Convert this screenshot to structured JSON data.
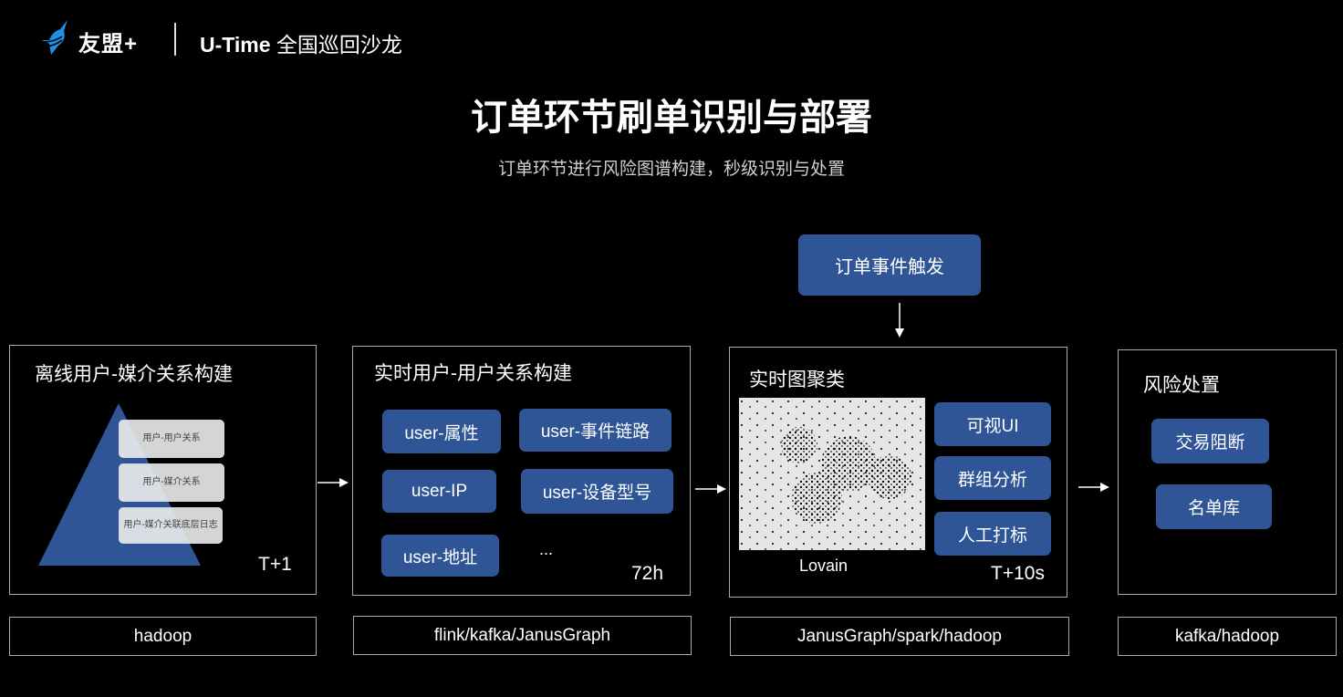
{
  "header": {
    "brand": "友盟+",
    "event_bold": "U-Time",
    "event_rest": " 全国巡回沙龙",
    "logo_icon": "bird-logo-icon",
    "logo_color": "#1e8fe6"
  },
  "title": "订单环节刷单识别与部署",
  "subtitle": "订单环节进行风险图谱构建，秒级识别与处置",
  "trigger": {
    "label": "订单事件触发"
  },
  "panels": [
    {
      "title": "离线用户-媒介关系构建",
      "pyramid_layers": [
        "用户-用户关系",
        "用户-媒介关系",
        "用户-媒介关联底层日志"
      ],
      "tag": "T+1",
      "tech": "hadoop"
    },
    {
      "title": "实时用户-用户关系构建",
      "items": [
        "user-属性",
        "user-事件链路",
        "user-IP",
        "user-设备型号",
        "user-地址",
        "..."
      ],
      "tag": "72h",
      "tech": "flink/kafka/JanusGraph"
    },
    {
      "title": "实时图聚类",
      "image_caption": "Lovain",
      "items": [
        "可视UI",
        "群组分析",
        "人工打标"
      ],
      "tag": "T+10s",
      "tech": "JanusGraph/spark/hadoop"
    },
    {
      "title": "风险处置",
      "items": [
        "交易阻断",
        "名单库"
      ],
      "tech": "kafka/hadoop"
    }
  ],
  "colors": {
    "accent_blue": "#2f5597",
    "panel_border": "#a8a8a8",
    "background": "#000000"
  }
}
